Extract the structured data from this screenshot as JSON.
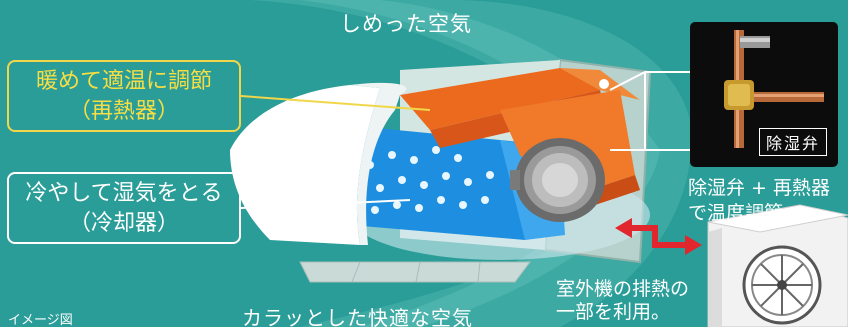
{
  "diagram": {
    "humid_air_label": "しめった空気",
    "dry_air_label": "カラッとした快適な空気",
    "image_note": "イメージ図",
    "reheater_box": {
      "line1": "暖めて適温に調節",
      "line2": "（再熱器）"
    },
    "cooler_box": {
      "line1": "冷やして湿気をとる",
      "line2": "（冷却器）"
    },
    "valve_tag": "除湿弁",
    "valve_caption": {
      "line1": "除湿弁 + 再熱器",
      "line2": "で温度調節"
    },
    "exhaust_caption": {
      "line1": "室外機の排熱の",
      "line2": "一部を利用。"
    }
  },
  "colors": {
    "background": "#2a9d98",
    "reheater_accent": "#f7de43",
    "reheater_orange": "#ec6a1e",
    "cooler_blue": "#1e8fe0",
    "arrow_red": "#e1262d"
  }
}
